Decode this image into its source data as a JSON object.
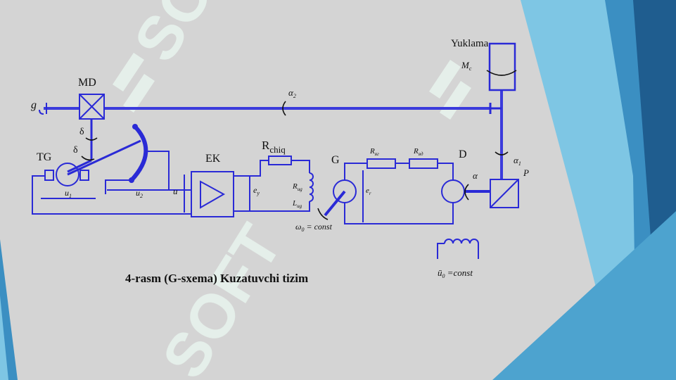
{
  "caption": "4-rasm (G-sxema) Kuzatuvchi tizim",
  "watermark": "SOFT",
  "colors": {
    "background": "#d4d4d4",
    "wire": "#2a2ad6",
    "shaft": "#3b3bdc",
    "text": "#111111",
    "deco_light": "#7ec6e4",
    "deco_mid": "#3b8fc2",
    "deco_dark": "#1f5d8f",
    "watermark": "#e9f6ef"
  },
  "labels": {
    "g": "g",
    "md": "MD",
    "tg": "TG",
    "delta_1": "δ",
    "delta_2": "δ",
    "u1": "u",
    "u1_sub": "1",
    "u2": "u",
    "u2_sub": "2",
    "u": "u",
    "ek": "EK",
    "ey": "e",
    "ey_sub": "y",
    "r_chiq_main": "R",
    "r_chiq_sub": "chiq",
    "r_ug": "R",
    "r_ug_sub": "ug",
    "l_ug": "L",
    "l_ug_sub": "ug",
    "g_gen": "G",
    "e_g": "e",
    "e_g_sub": "r",
    "omega0": "ω",
    "omega0_sub": "0",
    "omega0_const": " = const",
    "r_yag": "R",
    "r_yag_sub": "яг",
    "r_ya": "R",
    "r_ya_sub": "яд",
    "d_motor": "D",
    "alpha": "α",
    "alpha1": "α",
    "alpha1_sub": "1",
    "alpha2": "α",
    "alpha2_sub": "2",
    "p": "P",
    "yuklama": "Yuklama",
    "mc": "M",
    "mc_sub": "c",
    "u0": "ū",
    "u0_sub": "0",
    "u0_const": " =const"
  }
}
